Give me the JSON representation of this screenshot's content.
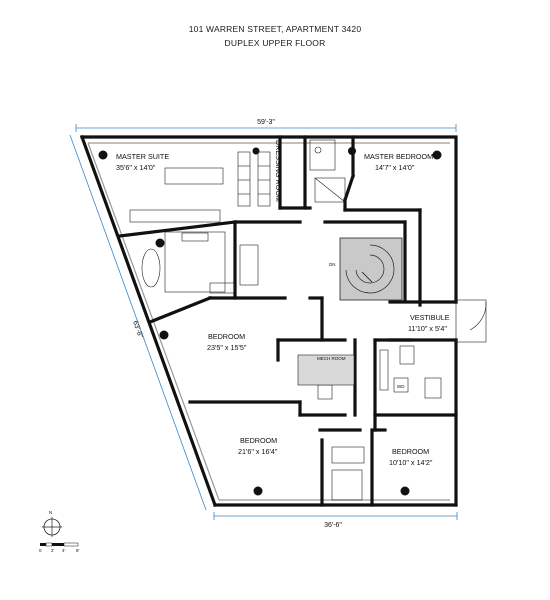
{
  "header": {
    "address": "101 WARREN STREET, APARTMENT 3420",
    "floor": "DUPLEX UPPER FLOOR"
  },
  "dimensions": {
    "top": "59'-3\"",
    "left": "63'-8\"",
    "bottom": "36'-6\""
  },
  "rooms": {
    "master_suite": {
      "name": "MASTER SUITE",
      "size": "35'6\" x 14'0\""
    },
    "dressing_room": {
      "name": "DRESSING ROOM"
    },
    "master_bedroom": {
      "name": "MASTER BEDROOM",
      "size": "14'7\" x 14'0\""
    },
    "vestibule": {
      "name": "VESTIBULE",
      "size": "11'10\" x 5'4\""
    },
    "bedroom_1": {
      "name": "BEDROOM",
      "size": "23'5\" x 15'5\""
    },
    "mech_room": {
      "name": "MECH ROOM"
    },
    "bedroom_2": {
      "name": "BEDROOM",
      "size": "21'6\" x 16'4\""
    },
    "bedroom_3": {
      "name": "BEDROOM",
      "size": "10'10\" x 14'2\""
    }
  },
  "stair_label": "DN",
  "wd_label": "WD",
  "compass": {
    "north": "N"
  },
  "scale": {
    "ticks": [
      "0",
      "2'",
      "4'",
      "8'"
    ]
  }
}
